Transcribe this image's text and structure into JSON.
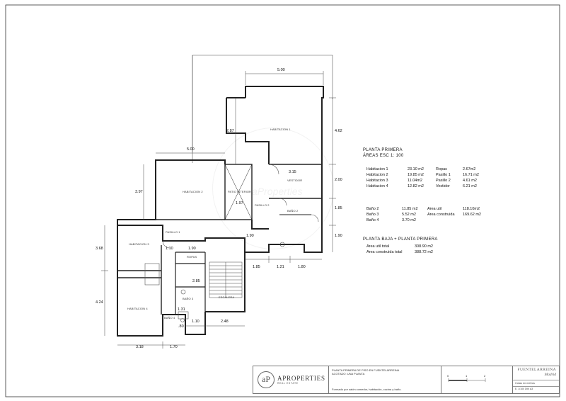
{
  "rooms": {
    "habitacion1": "HABITACION 1",
    "habitacion2": "HABITACION 2",
    "habitacion3": "HABITACION 3",
    "habitacion4": "HABITACION 4",
    "patio": "PATIO INTERIOR",
    "vestidor": "VESTIDOR",
    "bano2": "BAÑO 2",
    "bano3": "BAÑO 3",
    "bano4": "BAÑO 4",
    "pasillo1": "PASILLO 1",
    "pasillo2": "PASILLO 2",
    "ropas": "ROPAS",
    "escalera": "ESCALERA"
  },
  "dimensions": {
    "d_500_top": "5.00",
    "d_287": "2.87",
    "d_462": "4.62",
    "d_500_mid": "5.00",
    "d_397": "3.97",
    "d_315": "3.15",
    "d_200": "2.00",
    "d_185_r": "1.85",
    "d_197": "1.97",
    "d_190_r": "1.90",
    "d_190_m": "1.90",
    "d_368": "3.68",
    "d_110_a": "1.10",
    "d_190_s": "1.90",
    "d_285": "2.85",
    "d_424": "4.24",
    "d_131": "1.31",
    "d_080": ".80",
    "d_110_b": "1.10",
    "d_248": "2.48",
    "d_185_b": "1.85",
    "d_121": "1.21",
    "d_180": "1.80",
    "d_318": "3.18",
    "d_170": "1.70"
  },
  "areas": {
    "title": "PLANTA PRIMERA",
    "subtitle": "ÁREAS   ESC 1: 100",
    "group1": [
      {
        "k": "Habitacion 1",
        "v": "23.10 m2"
      },
      {
        "k": "Habitacion 2",
        "v": "19.85 m2"
      },
      {
        "k": "Habitacion 3",
        "v": "11.04m2"
      },
      {
        "k": "Habitacion 4",
        "v": "12.82 m2"
      }
    ],
    "group1b": [
      {
        "k": "Ropas",
        "v": "2.67m2"
      },
      {
        "k": "Pasillo 1",
        "v": "16.71 m2"
      },
      {
        "k": "Pasillo 2",
        "v": "4.61 m2"
      },
      {
        "k": "Vestidor",
        "v": "6.21 m2"
      }
    ],
    "group2": [
      {
        "k": "Baño 2",
        "v": "11.85 m2"
      },
      {
        "k": "Baño 3",
        "v": "5.52 m2"
      },
      {
        "k": "Baño 4",
        "v": "3.70 m2"
      }
    ],
    "group2b": [
      {
        "k": "Area util",
        "v": "118.10m2"
      },
      {
        "k": "Area construida",
        "v": "169.62 m2"
      }
    ],
    "title2": "PLANTA BAJA + PLANTA PRIMERA",
    "group3": [
      {
        "k": "Area util total",
        "v": "308.90 m2"
      },
      {
        "k": "Area construida total",
        "v": "388.72 m2"
      }
    ]
  },
  "titleblock": {
    "logo_letter": "aP",
    "brand": "APROPERTIES",
    "brand_sub": "REAL ESTATE",
    "desc1": "PLANTA PRIMERA DE PISO EN FUENTELARREINA",
    "desc2": "ACOTADO: UNA PLANTA",
    "desc3": "Formado por salón comedor, habitación, cocina y baño.",
    "city": "FUENTELARREINA",
    "region": "Madrid",
    "cotas": "Cotas en metros",
    "escala": "E. 1/100    DIN A3",
    "scale0": "0",
    "scale1": "1",
    "scale2": "2"
  },
  "watermark": "aProperties"
}
